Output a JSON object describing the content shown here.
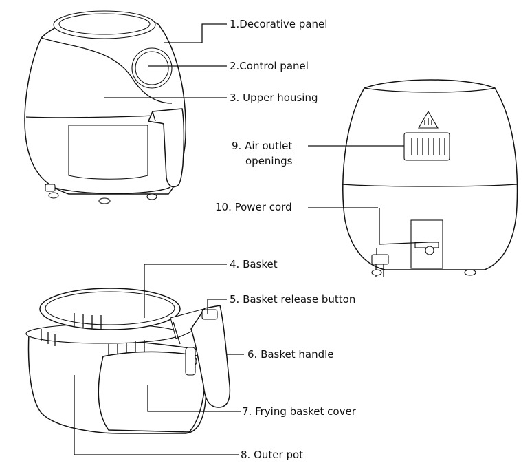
{
  "labels": {
    "decorative_panel": "1.Decorative panel",
    "control_panel": "2.Control panel",
    "upper_housing": "3. Upper housing",
    "basket": "4. Basket",
    "basket_release_button": "5. Basket release button",
    "basket_handle": "6. Basket handle",
    "frying_basket_cover": "7. Frying basket cover",
    "outer_pot": "8. Outer pot",
    "air_outlet_line1": "9. Air outlet",
    "air_outlet_line2": "openings",
    "power_cord": "10. Power cord"
  },
  "colors": {
    "line": "#111111",
    "background": "#ffffff"
  },
  "icons": {
    "warning": "hot-surface-warning-icon"
  }
}
